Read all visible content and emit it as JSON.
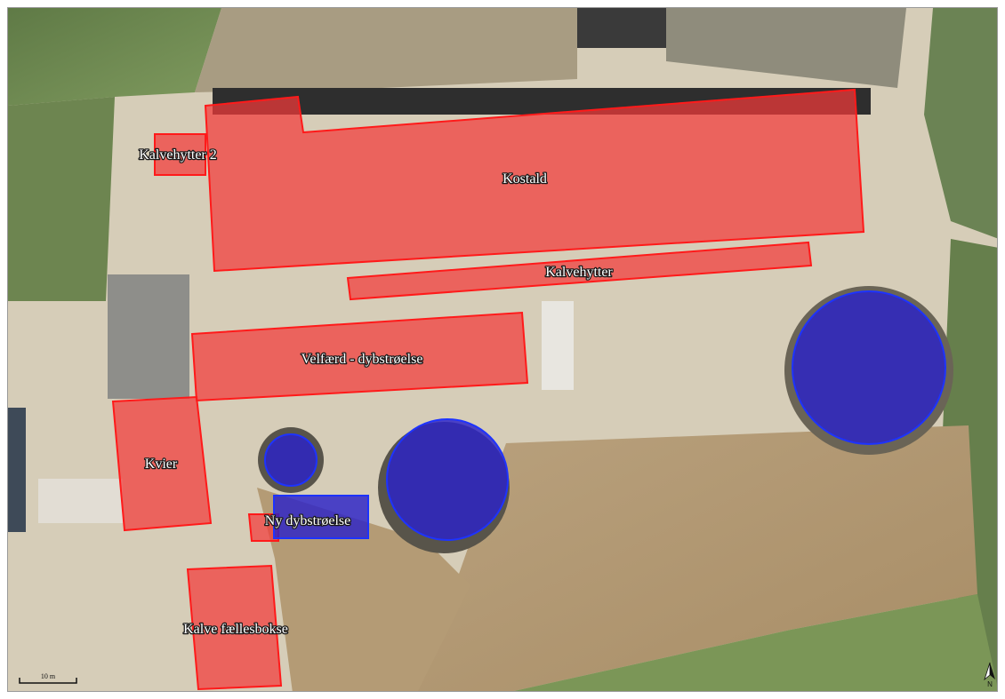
{
  "map": {
    "colors": {
      "building_fill": "#f23a3a",
      "building_stroke": "#ff1a1a",
      "tank_fill": "#2b22c8",
      "tank_stroke": "#1d33ff",
      "field_green": "#6f8a52",
      "soil": "#c9b595",
      "yard": "#d8cfbc"
    },
    "buildings": [
      {
        "id": "kostald",
        "label": "Kostald"
      },
      {
        "id": "kalvehytter2",
        "label": "Kalvehytter 2"
      },
      {
        "id": "kalvehytter",
        "label": "Kalvehytter"
      },
      {
        "id": "velfaerd",
        "label": "Velfærd - dybstrøelse"
      },
      {
        "id": "kvier",
        "label": "Kvier"
      },
      {
        "id": "ny-dybstroelse",
        "label": "Ny dybstrøelse"
      },
      {
        "id": "kalve-faellesbokse",
        "label": "Kalve fællesbokse"
      }
    ],
    "scale_bar": {
      "label": "10 m"
    },
    "north_arrow": {
      "label": "N"
    }
  }
}
